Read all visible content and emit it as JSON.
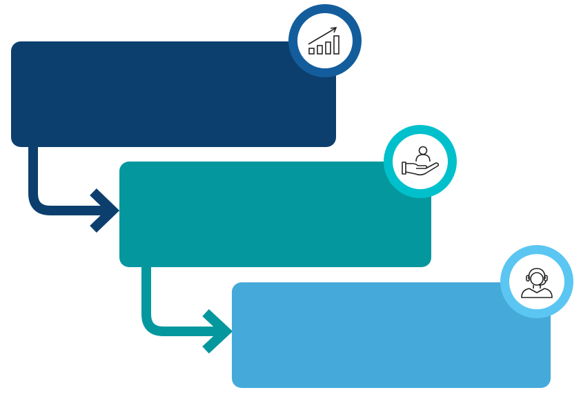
{
  "steps": [
    {
      "icon": "growth-chart-icon",
      "box_color": "#0c3f6e",
      "ring_color": "#135d9c"
    },
    {
      "icon": "hand-holding-person-icon",
      "box_color": "#05979e",
      "ring_color": "#00c0cb"
    },
    {
      "icon": "customer-support-headset-icon",
      "box_color": "#45aad9",
      "ring_color": "#5bc6f1"
    }
  ],
  "connectors": [
    {
      "from": 1,
      "to": 2,
      "color": "#0c3f6e"
    },
    {
      "from": 2,
      "to": 3,
      "color": "#05979e"
    }
  ]
}
